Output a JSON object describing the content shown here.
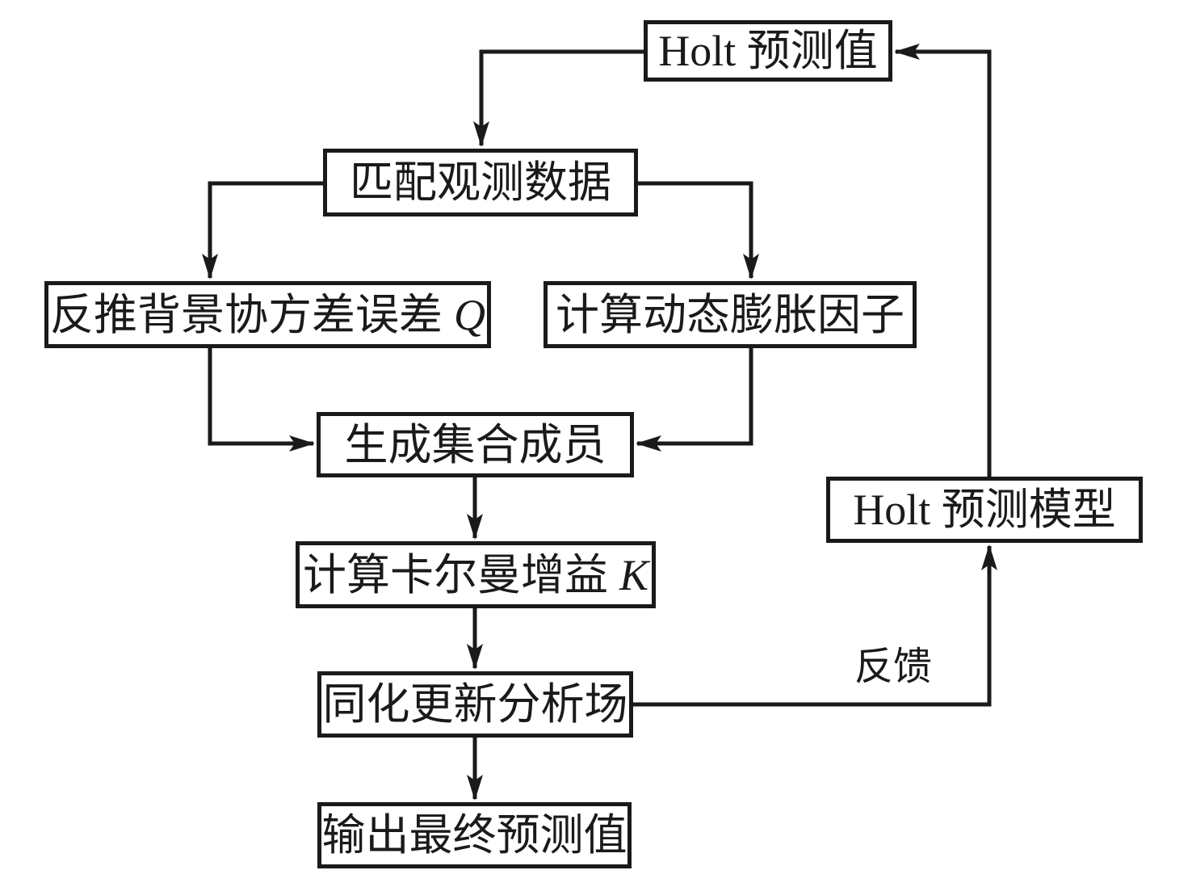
{
  "diagram": {
    "title_hint": "Holt forecast ensemble Kalman assimilation flowchart",
    "colors": {
      "stroke": "#1a1a1a",
      "background": "#ffffff"
    },
    "nodes": {
      "holt_value": {
        "label": "Holt 预测值"
      },
      "match_obs": {
        "label": "匹配观测数据"
      },
      "back_covariance": {
        "label": "反推背景协方差误差",
        "var": "Q"
      },
      "inflation": {
        "label": "计算动态膨胀因子"
      },
      "ensemble": {
        "label": "生成集合成员"
      },
      "kalman": {
        "label": "计算卡尔曼增益",
        "var": "K"
      },
      "assimilate": {
        "label": "同化更新分析场"
      },
      "output": {
        "label": "输出最终预测值"
      },
      "holt_model": {
        "label": "Holt 预测模型"
      }
    },
    "edge_labels": {
      "feedback": "反馈"
    },
    "edges": [
      {
        "from": "holt_value",
        "to": "match_obs"
      },
      {
        "from": "match_obs",
        "to": "back_covariance"
      },
      {
        "from": "match_obs",
        "to": "inflation"
      },
      {
        "from": "back_covariance",
        "to": "ensemble"
      },
      {
        "from": "inflation",
        "to": "ensemble"
      },
      {
        "from": "ensemble",
        "to": "kalman"
      },
      {
        "from": "kalman",
        "to": "assimilate"
      },
      {
        "from": "assimilate",
        "to": "output"
      },
      {
        "from": "assimilate",
        "to": "holt_model",
        "label": "反馈"
      },
      {
        "from": "holt_model",
        "to": "holt_value"
      }
    ]
  }
}
